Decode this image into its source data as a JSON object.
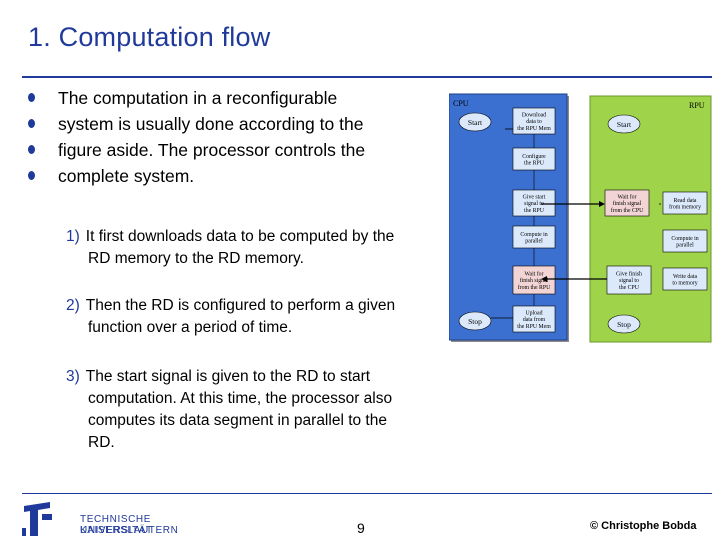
{
  "title": "1. Computation flow",
  "bullets": [
    "The computation in a reconfigurable",
    "system is usually done according to the",
    "figure aside. The processor controls the",
    "complete system."
  ],
  "steps": [
    {
      "num": "1)",
      "lines": [
        "It first downloads data to be computed by the",
        "RD memory to the RD memory."
      ]
    },
    {
      "num": "2)",
      "lines": [
        "Then the RD is configured to perform a given",
        "function over a period of time."
      ]
    },
    {
      "num": "3)",
      "lines": [
        "The start signal is given to the RD to start",
        "computation. At this time, the processor also",
        "computes its data segment in parallel to the",
        "RD."
      ]
    }
  ],
  "figure": {
    "cpu_label": "CPU",
    "rpu_label": "RPU",
    "cpu_start": "Start",
    "cpu_stop": "Stop",
    "rpu_start": "Start",
    "rpu_stop": "Stop",
    "cpu_boxes": [
      [
        "Download",
        "data to",
        "the RPU Mem"
      ],
      [
        "Configure",
        "the RPU"
      ],
      [
        "Give start",
        "signal to",
        "the RPU"
      ],
      [
        "Compute in",
        "parallel"
      ],
      [
        "Wait for",
        "finish signal",
        "from the RPU"
      ],
      [
        "Upload",
        "data from",
        "the RPU Mem"
      ]
    ],
    "rpu_boxes": [
      [
        "Wait for",
        "finish signal",
        "from the CPU"
      ],
      [
        "Read data",
        "from memory"
      ],
      [
        "Compute in",
        "parallel"
      ],
      [
        "Give finish",
        "signal to",
        "the CPU"
      ],
      [
        "Write data",
        "to memory"
      ]
    ],
    "colors": {
      "cpu_panel": "#3b6fd0",
      "rpu_panel": "#9fd34a",
      "box": "#ffffff",
      "box_red": "#f2d4d4",
      "box_blue": "#dbe9fb"
    }
  },
  "footer": {
    "page_number": "9",
    "copyright": "© Christophe Bobda",
    "logo_line1": "TECHNISCHE UNIVERSITÄT",
    "logo_line2": "KAISERSLAUTERN"
  }
}
